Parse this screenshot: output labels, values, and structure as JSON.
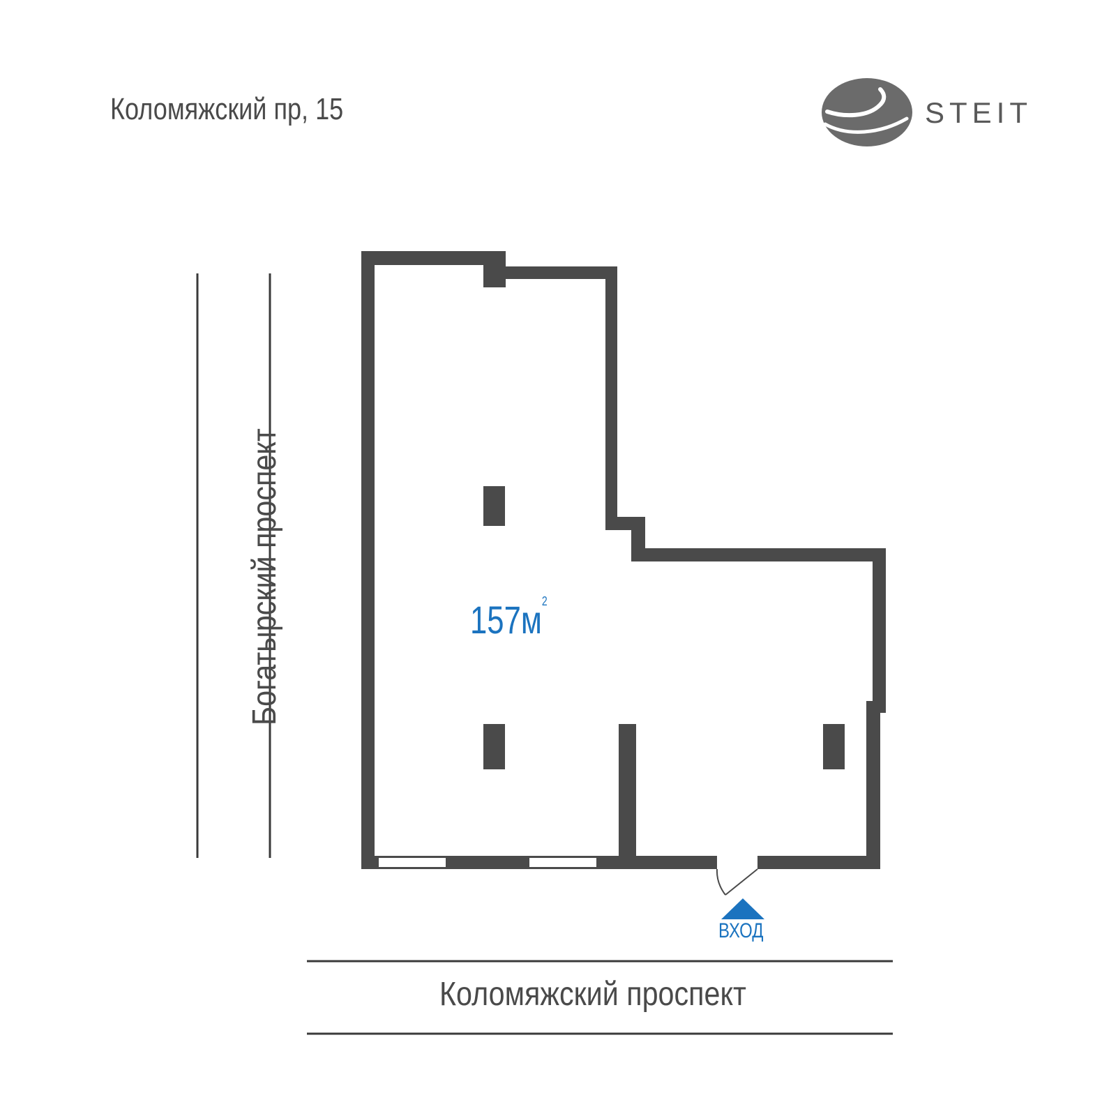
{
  "header": {
    "address": "Коломяжский пр, 15",
    "brand_name": "STEIT",
    "logo_icon": "steit-stone-logo"
  },
  "plan": {
    "area_value": "157м",
    "area_unit_superscript": "2",
    "entrance_label": "ВХОД",
    "entrance_icon": "entrance-arrow-up-icon"
  },
  "streets": {
    "left": "Богатырский проспект",
    "bottom": "Коломяжский проспект"
  },
  "colors": {
    "wall": "#4a4a4a",
    "accent": "#1b73bf",
    "street_line": "#3a3a3a",
    "background": "#ffffff"
  }
}
